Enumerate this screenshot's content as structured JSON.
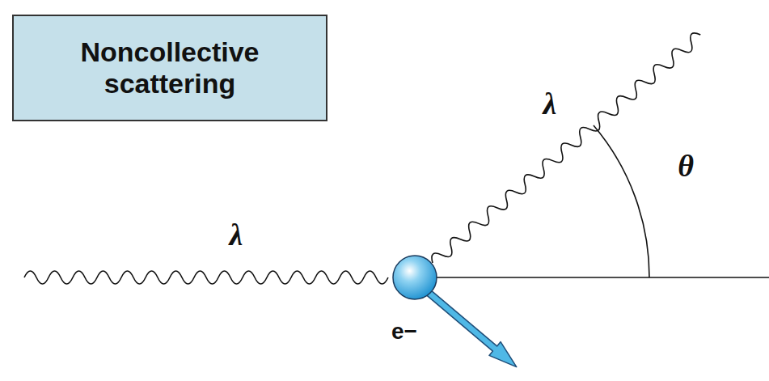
{
  "diagram": {
    "nodes": [
      {
        "text": [
          "Noncollective scattering"
        ]
      }
    ],
    "labels": [
      "λ",
      "λ",
      "θ",
      "e−"
    ]
  }
}
